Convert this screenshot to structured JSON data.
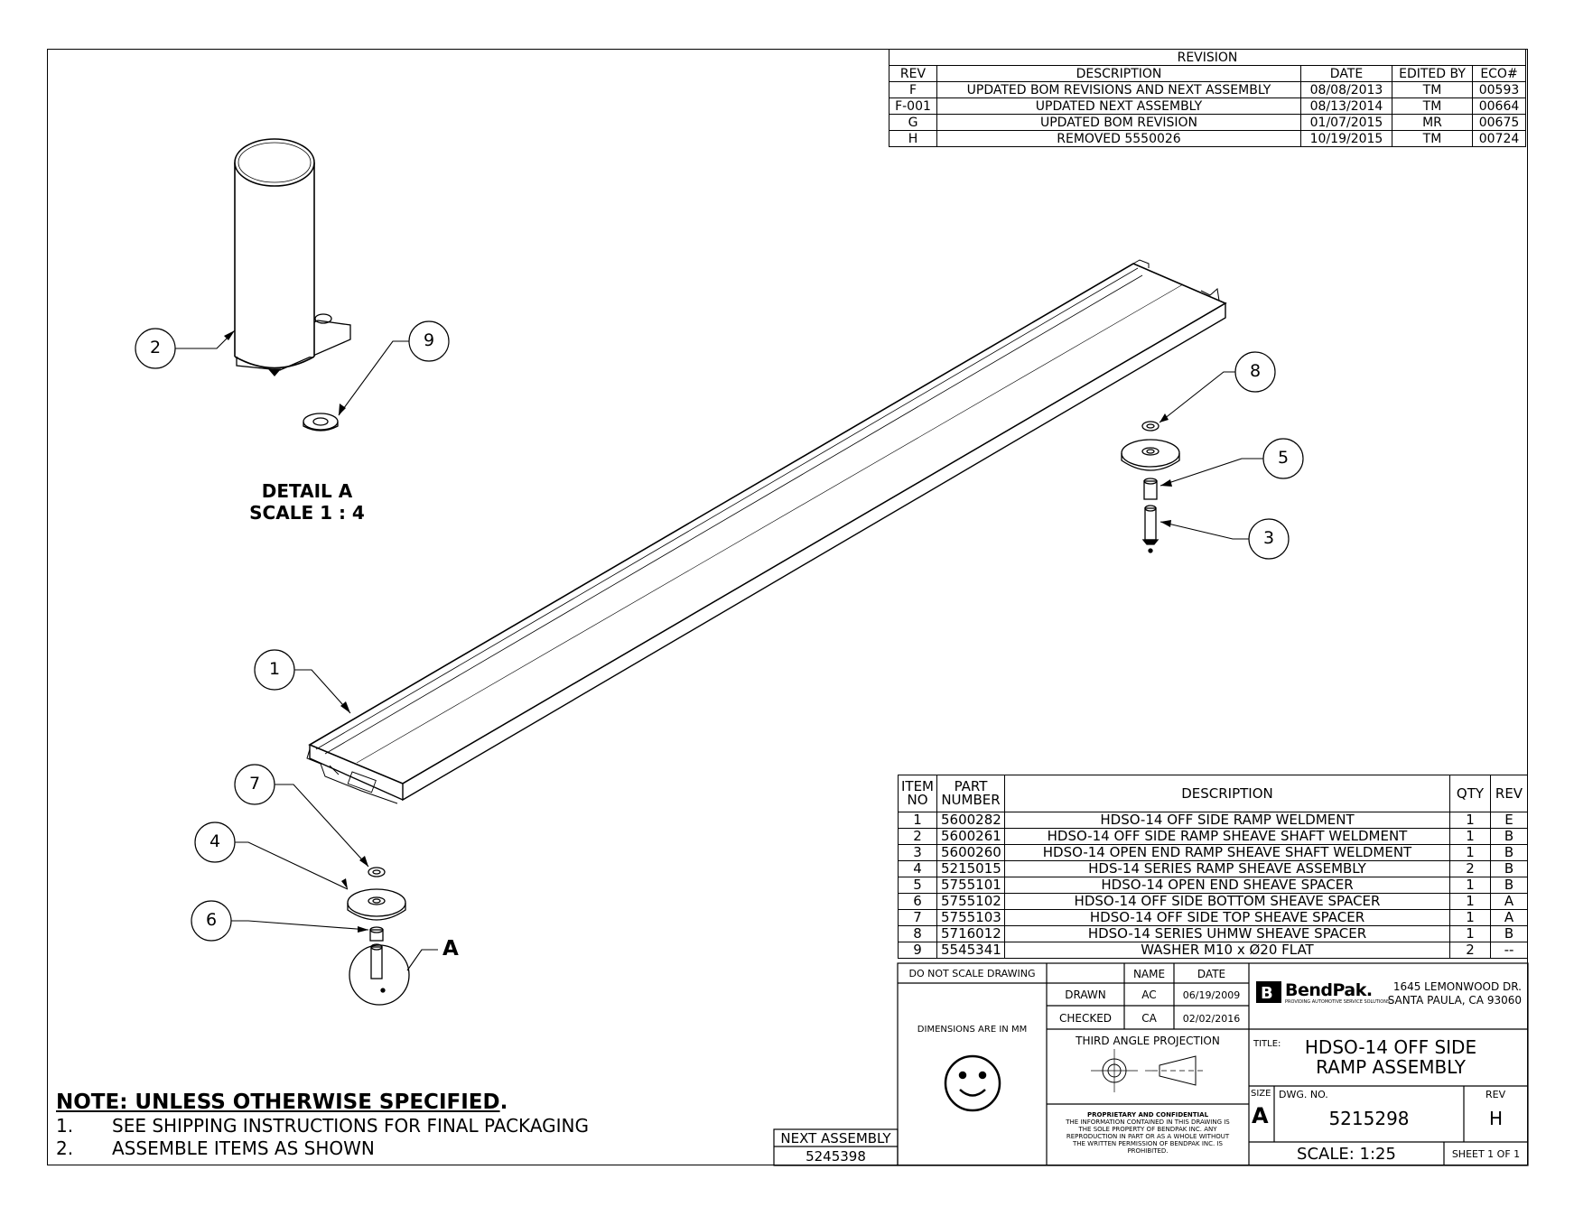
{
  "revision_block": {
    "title": "REVISION",
    "headers": [
      "REV",
      "DESCRIPTION",
      "DATE",
      "EDITED BY",
      "ECO#"
    ],
    "rows": [
      [
        "F",
        "UPDATED BOM REVISIONS AND NEXT ASSEMBLY",
        "08/08/2013",
        "TM",
        "00593"
      ],
      [
        "F-001",
        "UPDATED NEXT ASSEMBLY",
        "08/13/2014",
        "TM",
        "00664"
      ],
      [
        "G",
        "UPDATED BOM REVISION",
        "01/07/2015",
        "MR",
        "00675"
      ],
      [
        "H",
        "REMOVED 5550026",
        "10/19/2015",
        "TM",
        "00724"
      ]
    ]
  },
  "bom": {
    "headers": {
      "item": "ITEM NO",
      "part": "PART NUMBER",
      "description": "DESCRIPTION",
      "qty": "QTY",
      "rev": "REV"
    },
    "rows": [
      [
        "1",
        "5600282",
        "HDSO-14 OFF SIDE RAMP WELDMENT",
        "1",
        "E"
      ],
      [
        "2",
        "5600261",
        "HDSO-14 OFF SIDE RAMP SHEAVE SHAFT WELDMENT",
        "1",
        "B"
      ],
      [
        "3",
        "5600260",
        "HDSO-14 OPEN END RAMP SHEAVE SHAFT WELDMENT",
        "1",
        "B"
      ],
      [
        "4",
        "5215015",
        "HDS-14 SERIES RAMP SHEAVE ASSEMBLY",
        "2",
        "B"
      ],
      [
        "5",
        "5755101",
        "HDSO-14 OPEN END SHEAVE SPACER",
        "1",
        "B"
      ],
      [
        "6",
        "5755102",
        "HDSO-14 OFF SIDE BOTTOM SHEAVE SPACER",
        "1",
        "A"
      ],
      [
        "7",
        "5755103",
        "HDSO-14 OFF SIDE TOP SHEAVE SPACER",
        "1",
        "A"
      ],
      [
        "8",
        "5716012",
        "HDSO-14 SERIES UHMW SHEAVE SPACER",
        "1",
        "B"
      ],
      [
        "9",
        "5545341",
        "WASHER M10 x Ø20 FLAT",
        "2",
        "--"
      ]
    ]
  },
  "title_block": {
    "do_not_scale": "DO NOT SCALE DRAWING",
    "name_label": "NAME",
    "date_label": "DATE",
    "drawn_label": "DRAWN",
    "drawn_name": "AC",
    "drawn_date": "06/19/2009",
    "checked_label": "CHECKED",
    "checked_name": "CA",
    "checked_date": "02/02/2016",
    "dimensions": "DIMENSIONS ARE IN MM",
    "projection": "THIRD ANGLE PROJECTION",
    "company_name": "BendPak.",
    "company_tagline": "PROVIDING AUTOMOTIVE SERVICE SOLUTIONS",
    "address_line1": "1645 LEMONWOOD DR.",
    "address_line2": "SANTA PAULA, CA 93060",
    "title_label": "TITLE:",
    "title_line1": "HDSO-14 OFF SIDE",
    "title_line2": "RAMP ASSEMBLY",
    "size_label": "SIZE",
    "size_value": "A",
    "dwg_label": "DWG. NO.",
    "dwg_value": "5215298",
    "rev_label": "REV",
    "rev_value": "H",
    "scale": "SCALE: 1:25",
    "sheet": "SHEET 1 OF 1",
    "proprietary_title": "PROPRIETARY AND CONFIDENTIAL",
    "proprietary_lines": [
      "THE INFORMATION CONTAINED IN THIS DRAWING IS",
      "THE SOLE PROPERTY OF BENDPAK INC. ANY",
      "REPRODUCTION IN PART OR AS A WHOLE WITHOUT",
      "THE WRITTEN PERMISSION OF BENDPAK INC. IS",
      "PROHIBITED."
    ]
  },
  "next_assembly": {
    "label": "NEXT ASSEMBLY",
    "value": "5245398"
  },
  "notes": {
    "title": "NOTE: UNLESS OTHERWISE SPECIFIED",
    "period": ".",
    "items": [
      {
        "n": "1.",
        "text": "SEE SHIPPING INSTRUCTIONS FOR FINAL PACKAGING"
      },
      {
        "n": "2.",
        "text": "ASSEMBLE ITEMS AS SHOWN"
      }
    ]
  },
  "detail": {
    "line1": "DETAIL A",
    "line2": "SCALE 1 : 4",
    "callout": "A"
  },
  "balloons": [
    "1",
    "2",
    "3",
    "4",
    "5",
    "6",
    "7",
    "8",
    "9"
  ]
}
